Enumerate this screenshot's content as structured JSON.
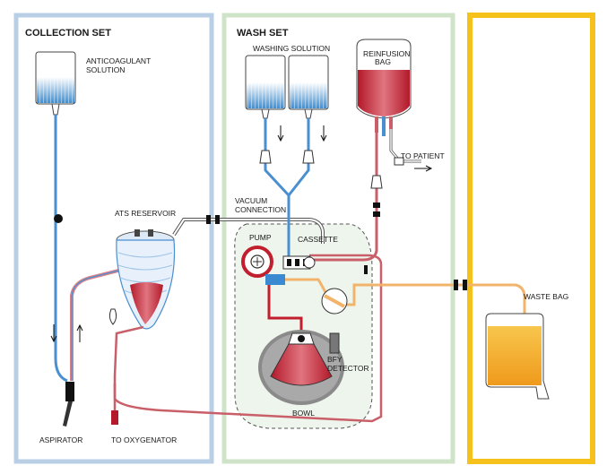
{
  "colors": {
    "collection_panel": "#b9cfe6",
    "wash_panel": "#cfe3c9",
    "waste_panel": "#f5c11a",
    "blood_line": "#c95f69",
    "blood_dark": "#c11f2e",
    "saline_line": "#4a8fd0",
    "waste_line": "#f2b36b",
    "waste_fluid": "#f1a61f",
    "vacuum_line": "#ffffff"
  },
  "panels": {
    "collection": {
      "title": "COLLECTION SET"
    },
    "wash": {
      "title": "WASH SET"
    }
  },
  "labels": {
    "anticoagulant_1": "ANTICOAGULANT",
    "anticoagulant_2": "SOLUTION",
    "washing_solution": "WASHING SOLUTION",
    "reinfusion_1": "REINFUSION",
    "reinfusion_2": "BAG",
    "to_patient": "TO PATIENT",
    "vacuum_1": "VACUUM",
    "vacuum_2": "CONNECTION",
    "ats_reservoir": "ATS RESERVOIR",
    "pump": "PUMP",
    "cassette": "CASSETTE",
    "bfy_1": "BFY",
    "bfy_2": "DETECTOR",
    "bowl": "BOWL",
    "waste_bag": "WASTE BAG",
    "aspirator": "ASPIRATOR",
    "to_oxygenator": "TO OXYGENATOR"
  }
}
